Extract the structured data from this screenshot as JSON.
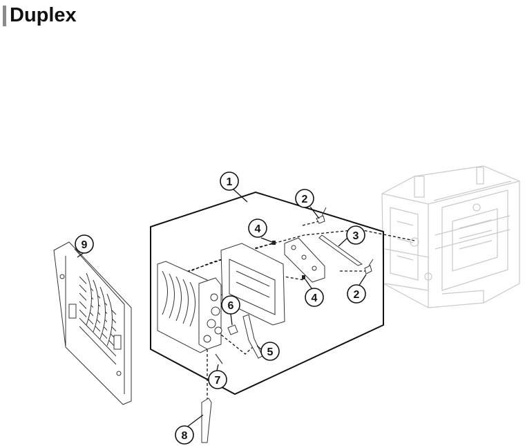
{
  "page": {
    "title": "Duplex"
  },
  "callouts": [
    "1",
    "2",
    "2",
    "3",
    "4",
    "4",
    "5",
    "6",
    "7",
    "8",
    "9"
  ]
}
